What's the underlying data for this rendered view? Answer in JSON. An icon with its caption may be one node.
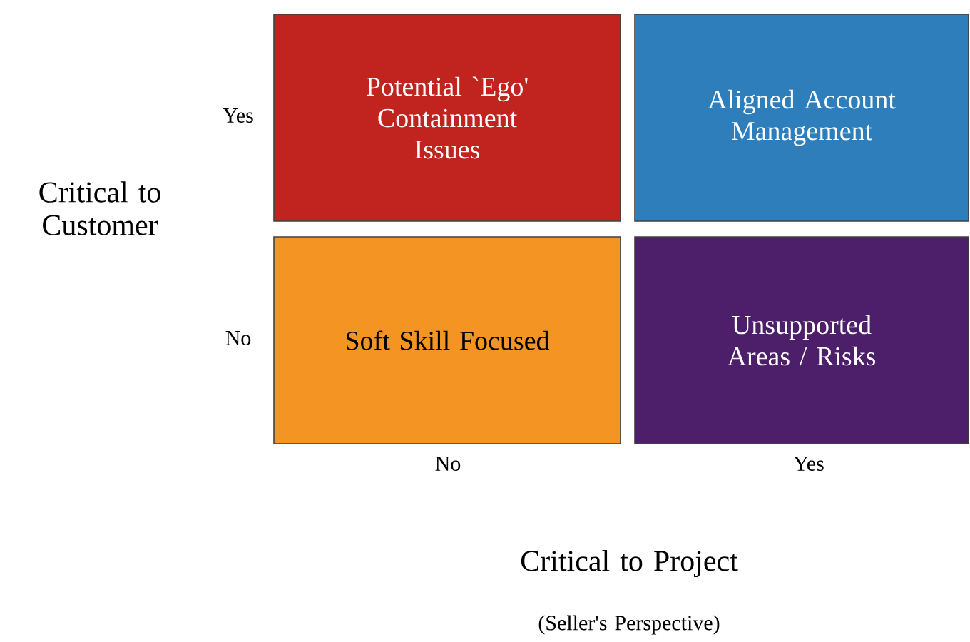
{
  "diagram": {
    "nodes": [
      {
        "text": [
          "Potential `Ego' Containment Issues"
        ]
      },
      {
        "text": [
          "Aligned Account Management"
        ]
      },
      {
        "text": [
          "Soft Skill Focused"
        ]
      },
      {
        "text": [
          "Unsupported Areas / Risks"
        ]
      }
    ],
    "labels": [
      "Yes",
      "Critical to Customer",
      "No",
      "No",
      "Yes",
      "Critical to Project",
      "(Seller's Perspective)"
    ]
  }
}
